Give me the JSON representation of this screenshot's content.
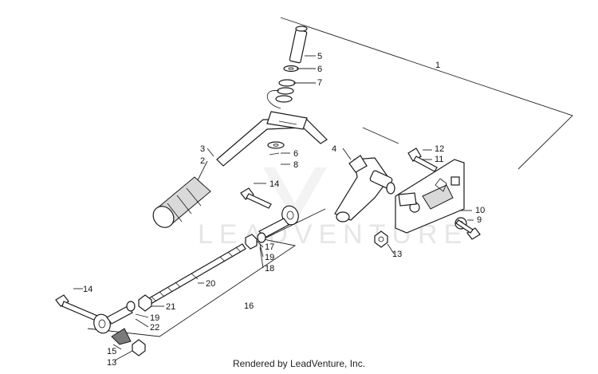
{
  "watermark": "LEADVENTURE",
  "footer": "Rendered by LeadVenture, Inc.",
  "callouts": {
    "c1": "1",
    "c2": "2",
    "c3": "3",
    "c4": "4",
    "c5": "5",
    "c6a": "6",
    "c6b": "6",
    "c7": "7",
    "c8": "8",
    "c9": "9",
    "c10": "10",
    "c11": "11",
    "c12": "12",
    "c13a": "13",
    "c13b": "13",
    "c14a": "14",
    "c14b": "14",
    "c15": "15",
    "c16": "16",
    "c17": "17",
    "c18": "18",
    "c19a": "19",
    "c19b": "19",
    "c20": "20",
    "c21": "21",
    "c22": "22"
  }
}
